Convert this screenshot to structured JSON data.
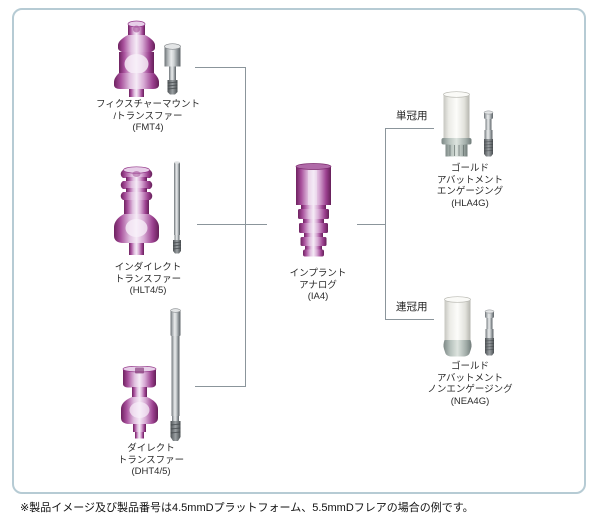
{
  "note": {
    "text": "※製品イメージ及び製品番号は4.5mmDプラットフォーム、5.5mmDフレアの場合の例です。"
  },
  "branches": {
    "single": {
      "label": "単冠用"
    },
    "splinted": {
      "label": "連冠用"
    }
  },
  "components": {
    "fmt4": {
      "lines": [
        "フィクスチャーマウント",
        "/トランスファー",
        "(FMT4)"
      ]
    },
    "hlt45": {
      "lines": [
        "インダイレクト",
        "トランスファー",
        "(HLT4/5)"
      ]
    },
    "dht45": {
      "lines": [
        "ダイレクト",
        "トランスファー",
        "(DHT4/5)"
      ]
    },
    "ia4": {
      "lines": [
        "インプラント",
        "アナログ",
        "(IA4)"
      ]
    },
    "hla4g": {
      "lines": [
        "ゴールド",
        "アバットメント",
        "エンゲージング",
        "(HLA4G)"
      ]
    },
    "nea4g": {
      "lines": [
        "ゴールド",
        "アバットメント",
        "ノンエンゲージング",
        "(NEA4G)"
      ]
    }
  },
  "colors": {
    "purple_accent": "#9c4190",
    "silver": "#a9aeb1",
    "connector_line": "#8b959b",
    "frame_border": "#b6cbd4",
    "text": "#2b2b2b"
  }
}
